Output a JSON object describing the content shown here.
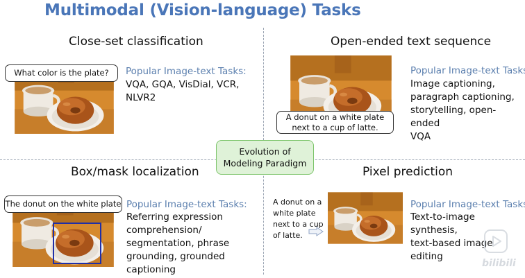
{
  "title": "Multimodal (Vision-language) Tasks",
  "center_box": {
    "line1": "Evolution of",
    "line2": "Modeling Paradigm"
  },
  "q1": {
    "heading": "Close-set classification",
    "bubble": "What color is the plate?",
    "tasks_head": "Popular Image-text Tasks:",
    "tasks": [
      "VQA, GQA, VisDial, VCR,",
      "NLVR2"
    ]
  },
  "q2": {
    "heading": "Open-ended text sequence",
    "bubble_line1": "A donut on a white plate",
    "bubble_line2": "next to a cup of latte.",
    "tasks_head": "Popular Image-text Tasks:",
    "tasks": [
      "Image captioning,",
      "paragraph captioning,",
      "storytelling, open-ended",
      "VQA"
    ]
  },
  "q3": {
    "heading": "Box/mask localization",
    "bubble": "The donut on the white plate",
    "tasks_head": "Popular Image-text Tasks:",
    "tasks": [
      "Referring expression",
      "comprehension/",
      "segmentation, phrase",
      "grounding, grounded",
      "captioning"
    ]
  },
  "q4": {
    "heading": "Pixel prediction",
    "side_text": [
      "A donut on a",
      "white plate",
      "next to a cup",
      "of latte."
    ],
    "tasks_head": "Popular Image-text Tasks:",
    "tasks": [
      "Text-to-image synthesis,",
      "text-based image",
      "editing"
    ]
  },
  "colors": {
    "title": "#4a76b8",
    "tasks_head": "#5b7fae",
    "center_fill": "#dff2d8",
    "center_border": "#7cc46a",
    "loc_box": "#1f2fa8"
  },
  "watermark": "bilibili"
}
